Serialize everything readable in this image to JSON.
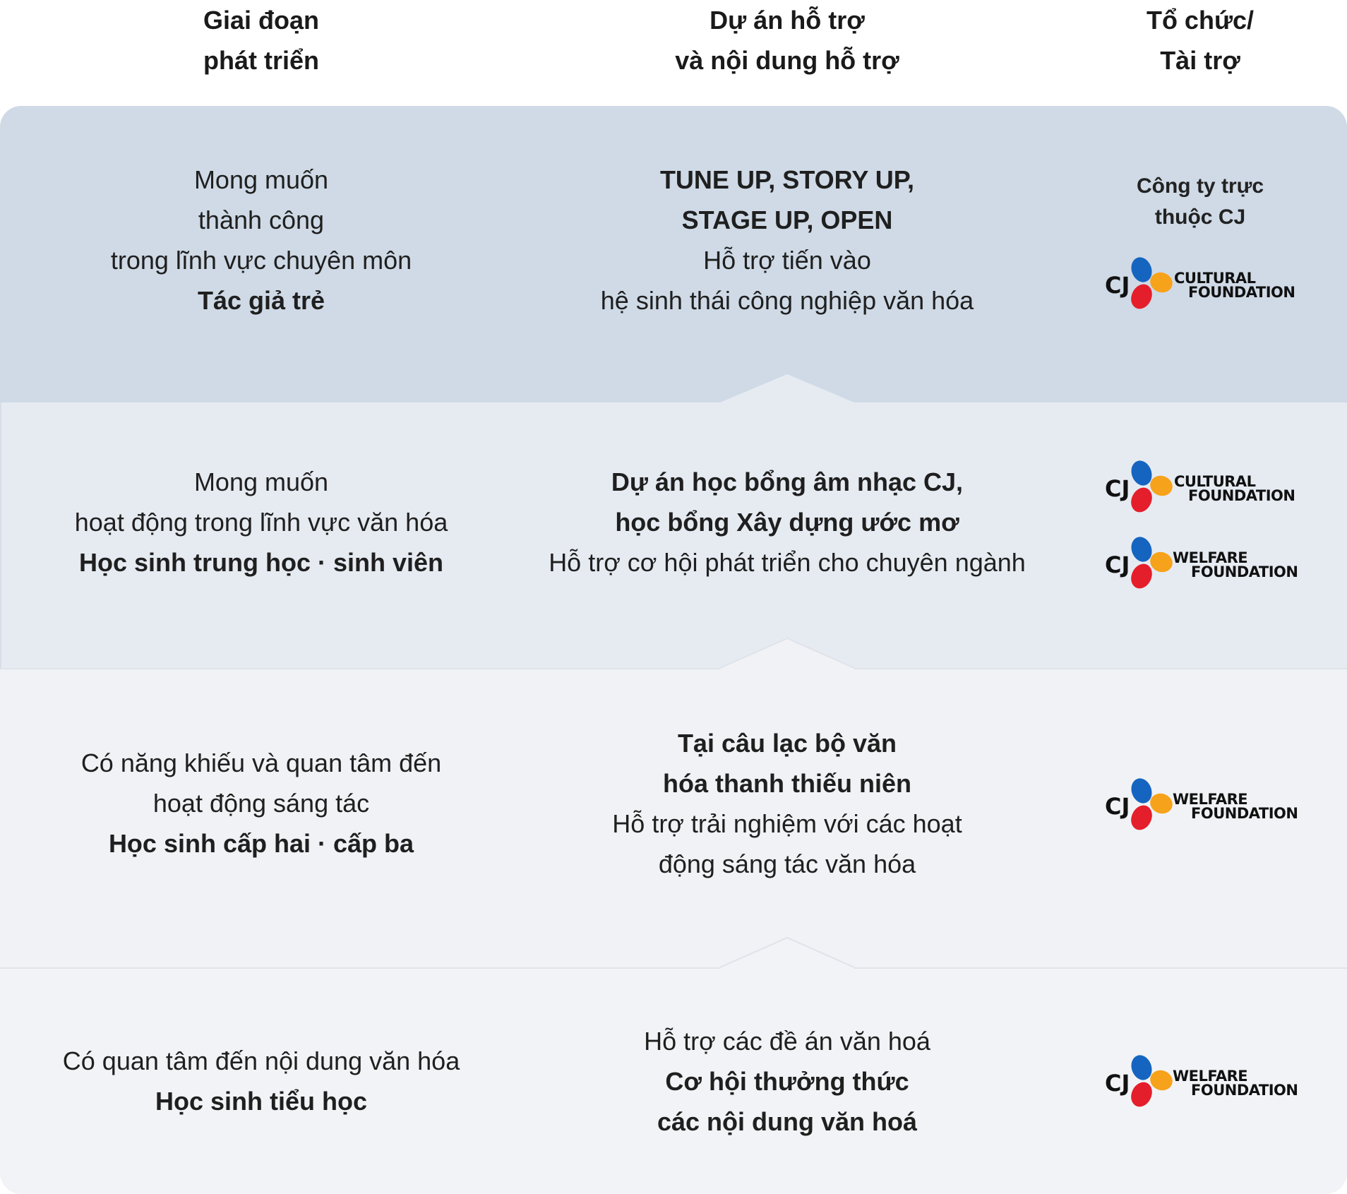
{
  "header": {
    "col1": [
      "Giai đoạn",
      "phát triển"
    ],
    "col2": [
      "Dự án hỗ trợ",
      "và nội dung hỗ trợ"
    ],
    "col3": [
      "Tổ chức/",
      "Tài trợ"
    ]
  },
  "rows": [
    {
      "stage": [
        {
          "text": "Mong muốn",
          "bold": false
        },
        {
          "text": "thành công",
          "bold": false
        },
        {
          "text": "trong lĩnh vực chuyên môn",
          "bold": false
        },
        {
          "text": "Tác giả trẻ",
          "bold": true
        }
      ],
      "project": [
        {
          "text": "TUNE UP, STORY UP,",
          "bold": true
        },
        {
          "text": "STAGE UP, OPEN",
          "bold": true
        },
        {
          "text": "Hỗ trợ tiến vào",
          "bold": false
        },
        {
          "text": "hệ sinh thái công nghiệp văn hóa",
          "bold": false
        }
      ],
      "org_note": [
        "Công ty trực",
        "thuộc CJ"
      ],
      "logos": [
        {
          "brand": "CJ",
          "line1": "CULTURAL",
          "line2": "FOUNDATION"
        }
      ]
    },
    {
      "stage": [
        {
          "text": "Mong muốn",
          "bold": false
        },
        {
          "text": "hoạt động trong lĩnh vực văn hóa",
          "bold": false
        },
        {
          "text": "Học sinh trung học · sinh viên",
          "bold": true
        }
      ],
      "project": [
        {
          "text": "Dự án học bổng âm nhạc CJ,",
          "bold": true
        },
        {
          "text": "học bổng Xây dựng ước mơ",
          "bold": true
        },
        {
          "text": "Hỗ trợ cơ hội phát triển cho chuyên ngành",
          "bold": false
        }
      ],
      "logos": [
        {
          "brand": "CJ",
          "line1": "CULTURAL",
          "line2": "FOUNDATION"
        },
        {
          "brand": "CJ",
          "line1": "WELFARE",
          "line2": "FOUNDATION"
        }
      ]
    },
    {
      "stage": [
        {
          "text": "Có năng khiếu và quan tâm đến",
          "bold": false
        },
        {
          "text": "hoạt động sáng tác",
          "bold": false
        },
        {
          "text": "Học sinh cấp hai · cấp ba",
          "bold": true
        }
      ],
      "project": [
        {
          "text": "Tại câu lạc bộ văn",
          "bold": true
        },
        {
          "text": "hóa thanh thiếu niên",
          "bold": true
        },
        {
          "text": "Hỗ trợ trải nghiệm với các hoạt",
          "bold": false
        },
        {
          "text": "động sáng tác văn hóa",
          "bold": false
        }
      ],
      "logos": [
        {
          "brand": "CJ",
          "line1": "WELFARE",
          "line2": "FOUNDATION"
        }
      ]
    },
    {
      "stage": [
        {
          "text": "Có quan tâm đến nội dung văn hóa",
          "bold": false
        },
        {
          "text": "Học sinh tiểu học",
          "bold": true
        }
      ],
      "project": [
        {
          "text": "Hỗ trợ các đề án văn hoá",
          "bold": false
        },
        {
          "text": "Cơ hội thưởng thức",
          "bold": true
        },
        {
          "text": "các nội dung văn hoá",
          "bold": true
        }
      ],
      "logos": [
        {
          "brand": "CJ",
          "line1": "WELFARE",
          "line2": "FOUNDATION"
        }
      ]
    }
  ],
  "colors": {
    "band1": "#cfdae6",
    "band2": "#e6ebf2",
    "band3": "#f1f2f5",
    "cj_blue": "#1565c0",
    "cj_orange": "#f7a21b",
    "cj_red": "#e51e2b"
  }
}
